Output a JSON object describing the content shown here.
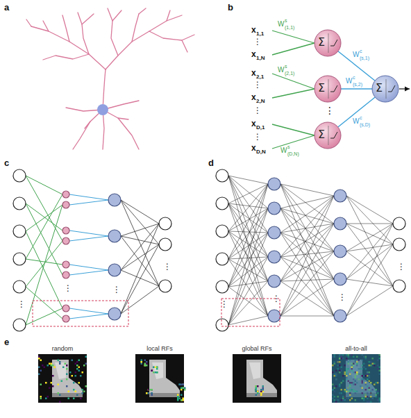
{
  "diagram": {
    "nodes": [
      {
        "text": [
          "Σ"
        ]
      },
      {
        "text": [
          "Σ"
        ]
      },
      {
        "text": [
          "Σ"
        ]
      },
      {
        "text": [
          "Σ"
        ]
      }
    ],
    "edges": [
      {
        "from": 0,
        "to": 3,
        "arrow": "none"
      },
      {
        "from": 1,
        "to": 3,
        "arrow": "none"
      },
      {
        "from": 2,
        "to": 3,
        "arrow": "none"
      }
    ],
    "labels": [
      "a",
      "b",
      "c",
      "d",
      "e",
      "x",
      "1,1",
      "⋮",
      "x",
      "1,N",
      "x",
      "2,1",
      "⋮",
      "x",
      "2,N",
      "⋮",
      "x",
      "D,1",
      "⋮",
      "x",
      "D,N",
      "W",
      "s",
      "(1,1)",
      "W",
      "s",
      "(2,1)",
      "W",
      "s",
      "(D,N)",
      "W",
      "c",
      "(s,1)",
      "W",
      "c",
      "(s,2)",
      "W",
      "c",
      "(s,D)",
      "⋮",
      "⋮",
      "⋮",
      "⋮",
      "⋮",
      "⋮",
      "⋮",
      "⋮",
      "⋮",
      "random",
      "local RFs",
      "global RFs",
      "all-to-all"
    ]
  }
}
